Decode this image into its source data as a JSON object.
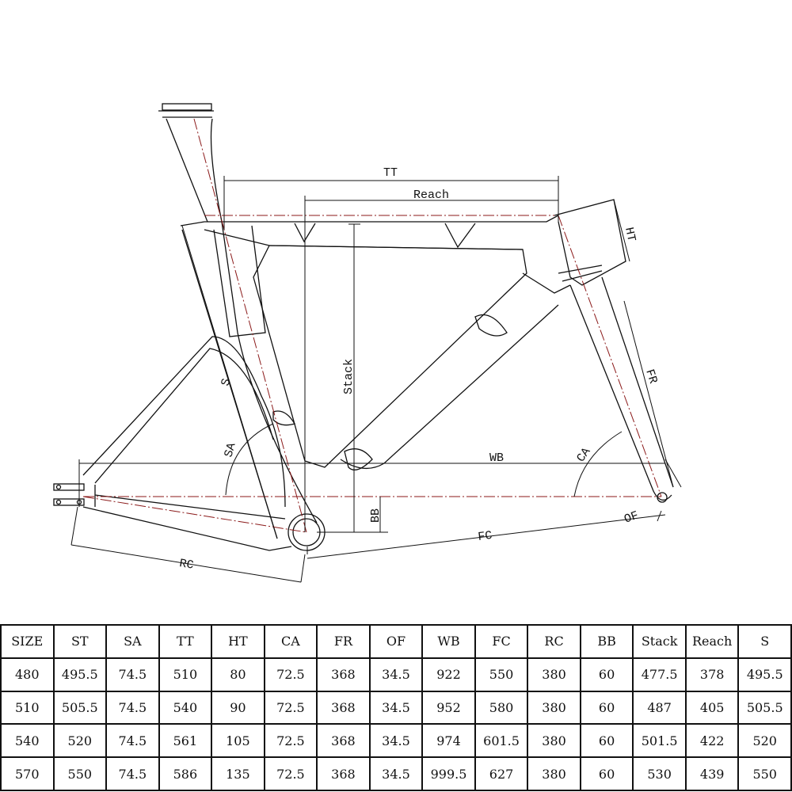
{
  "diagram": {
    "labels": {
      "tt": "TT",
      "reach": "Reach",
      "ht": "HT",
      "stack": "Stack",
      "s": "S",
      "sa": "SA",
      "fr": "FR",
      "ca": "CA",
      "wb": "WB",
      "of": "OF",
      "bb": "BB",
      "fc": "FC",
      "rc": "RC"
    },
    "colors": {
      "line": "#111111",
      "centerline": "#8b1a1a"
    }
  },
  "table": {
    "headers": [
      "SIZE",
      "ST",
      "SA",
      "TT",
      "HT",
      "CA",
      "FR",
      "OF",
      "WB",
      "FC",
      "RC",
      "BB",
      "Stack",
      "Reach",
      "S"
    ],
    "rows": [
      [
        "480",
        "495.5",
        "74.5",
        "510",
        "80",
        "72.5",
        "368",
        "34.5",
        "922",
        "550",
        "380",
        "60",
        "477.5",
        "378",
        "495.5"
      ],
      [
        "510",
        "505.5",
        "74.5",
        "540",
        "90",
        "72.5",
        "368",
        "34.5",
        "952",
        "580",
        "380",
        "60",
        "487",
        "405",
        "505.5"
      ],
      [
        "540",
        "520",
        "74.5",
        "561",
        "105",
        "72.5",
        "368",
        "34.5",
        "974",
        "601.5",
        "380",
        "60",
        "501.5",
        "422",
        "520"
      ],
      [
        "570",
        "550",
        "74.5",
        "586",
        "135",
        "72.5",
        "368",
        "34.5",
        "999.5",
        "627",
        "380",
        "60",
        "530",
        "439",
        "550"
      ]
    ]
  }
}
